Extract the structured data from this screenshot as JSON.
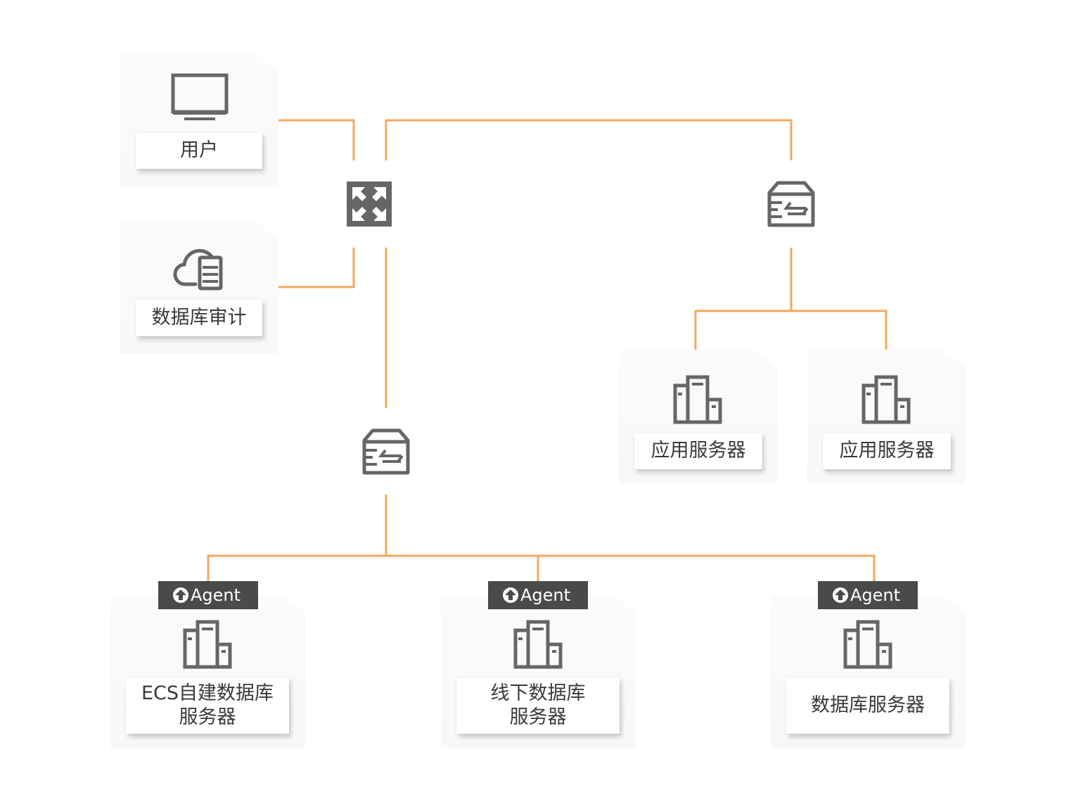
{
  "nodes": {
    "user": {
      "label": "用户",
      "icon": "monitor-icon"
    },
    "db_audit": {
      "label": "数据库审计",
      "icon": "cloud-server-icon"
    },
    "switch": {
      "icon": "switch-arrows-icon"
    },
    "gateway_app": {
      "icon": "gateway-icon"
    },
    "gateway_db": {
      "icon": "gateway-icon"
    },
    "app_server_1": {
      "label": "应用服务器",
      "icon": "server-icon"
    },
    "app_server_2": {
      "label": "应用服务器",
      "icon": "server-icon"
    },
    "ecs_db": {
      "label_line1": "ECS自建数据库",
      "label_line2": "服务器",
      "agent": "Agent",
      "icon": "server-icon"
    },
    "offline_db": {
      "label_line1": "线下数据库",
      "label_line2": "服务器",
      "agent": "Agent",
      "icon": "server-icon"
    },
    "db_server": {
      "label": "数据库服务器",
      "agent": "Agent",
      "icon": "server-icon"
    }
  },
  "colors": {
    "wire": "#f5a75a",
    "icon": "#666666",
    "agent_bg": "#4a4a4a",
    "agent_text": "#ffffff"
  }
}
